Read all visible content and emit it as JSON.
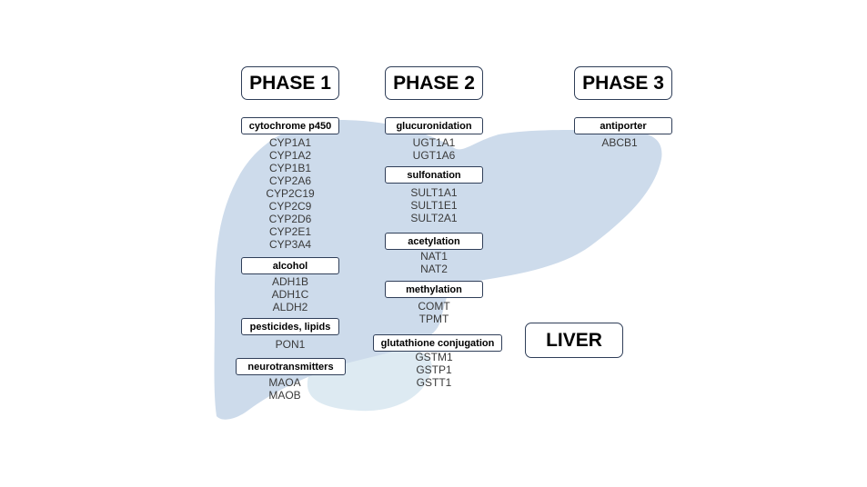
{
  "phases": [
    {
      "label": "PHASE 1"
    },
    {
      "label": "PHASE 2"
    },
    {
      "label": "PHASE 3"
    }
  ],
  "liver_label": "LIVER",
  "phase1": {
    "cytochrome": {
      "label": "cytochrome p450",
      "genes": [
        "CYP1A1",
        "CYP1A2",
        "CYP1B1",
        "CYP2A6",
        "CYP2C19",
        "CYP2C9",
        "CYP2D6",
        "CYP2E1",
        "CYP3A4"
      ]
    },
    "alcohol": {
      "label": "alcohol",
      "genes": [
        "ADH1B",
        "ADH1C",
        "ALDH2"
      ]
    },
    "pesticides": {
      "label": "pesticides, lipids",
      "genes": [
        "PON1"
      ]
    },
    "neuro": {
      "label": "neurotransmitters",
      "genes": [
        "MAOA",
        "MAOB"
      ]
    }
  },
  "phase2": {
    "gluc": {
      "label": "glucuronidation",
      "genes": [
        "UGT1A1",
        "UGT1A6"
      ]
    },
    "sulf": {
      "label": "sulfonation",
      "genes": [
        "SULT1A1",
        "SULT1E1",
        "SULT2A1"
      ]
    },
    "acet": {
      "label": "acetylation",
      "genes": [
        "NAT1",
        "NAT2"
      ]
    },
    "meth": {
      "label": "methylation",
      "genes": [
        "COMT",
        "TPMT"
      ]
    },
    "glut": {
      "label": "glutathione conjugation",
      "genes": [
        "GSTM1",
        "GSTP1",
        "GSTT1"
      ]
    }
  },
  "phase3": {
    "anti": {
      "label": "antiporter",
      "genes": [
        "ABCB1"
      ]
    }
  },
  "colors": {
    "liver_main": "#cddbeb",
    "liver_lobe": "#ddeaf2",
    "box_border": "#2f3e58"
  }
}
